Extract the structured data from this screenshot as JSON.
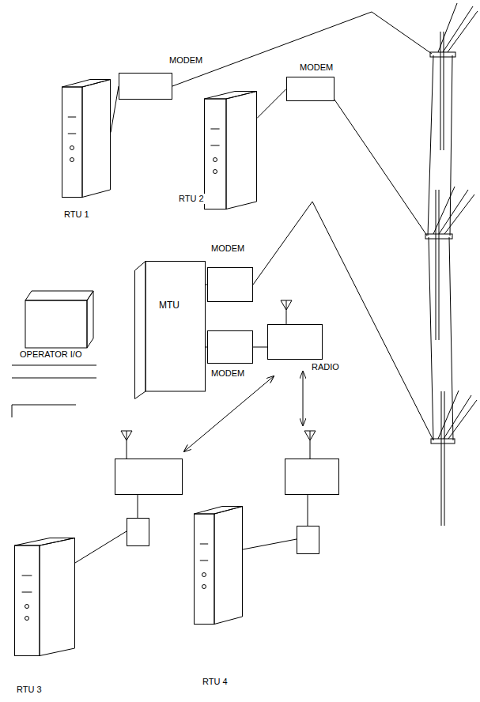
{
  "diagram": {
    "nodes": [
      {
        "text": [
          "RTU 1"
        ]
      },
      {
        "text": [
          "MODEM"
        ]
      },
      {
        "text": [
          "RTU 2"
        ]
      },
      {
        "text": [
          "MODEM"
        ]
      },
      {
        "text": [
          "OPERATOR I/O"
        ]
      },
      {
        "text": [
          "MTU"
        ]
      },
      {
        "text": [
          "MODEM"
        ]
      },
      {
        "text": [
          "MODEM"
        ]
      },
      {
        "text": [
          "RADIO"
        ]
      },
      {
        "text": [
          "RTU 3"
        ]
      },
      {
        "text": [
          "RTU 4"
        ]
      }
    ],
    "edges": [
      {
        "from": 0,
        "to": 1,
        "arrow": "none"
      },
      {
        "from": 2,
        "to": 3,
        "arrow": "none"
      },
      {
        "from": 5,
        "to": 6,
        "arrow": "none"
      },
      {
        "from": 5,
        "to": 7,
        "arrow": "none"
      },
      {
        "from": 7,
        "to": 8,
        "arrow": "none"
      }
    ]
  }
}
